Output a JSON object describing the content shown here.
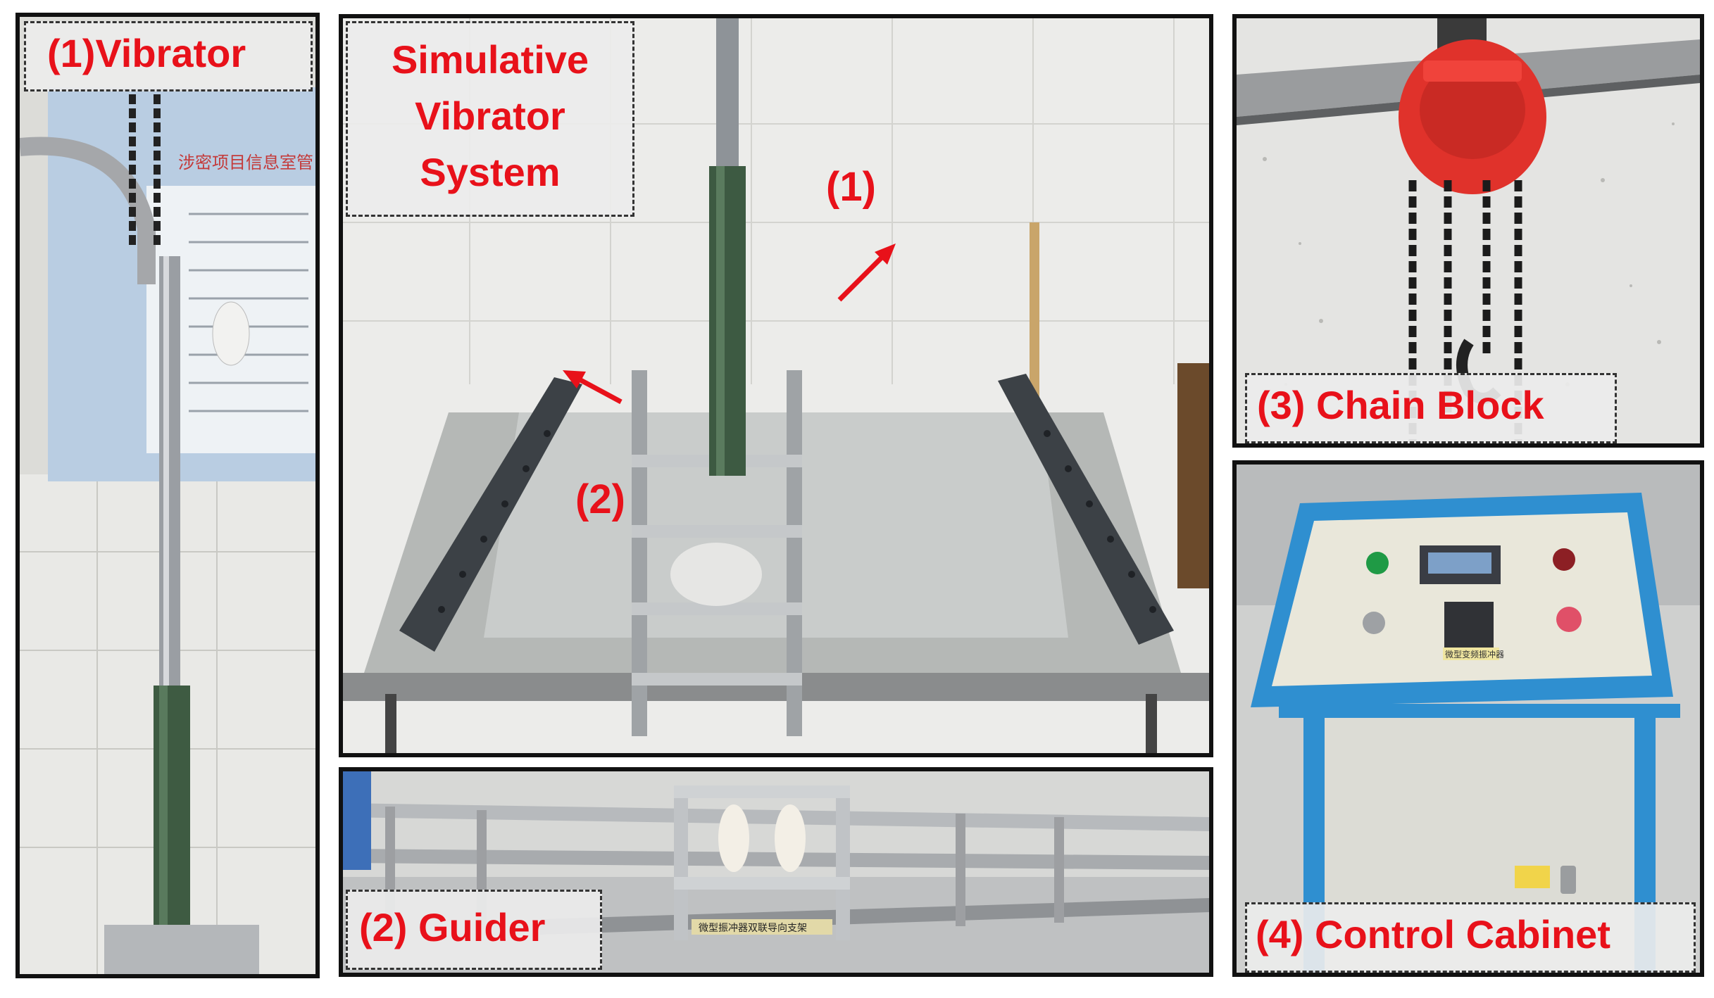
{
  "panels": {
    "vibrator": {
      "label": "(1)Vibrator"
    },
    "system": {
      "title_line1": "Simulative",
      "title_line2": "Vibrator",
      "title_line3": "System",
      "marker1": "(1)",
      "marker2": "(2)"
    },
    "chain_block": {
      "label": "(3) Chain Block"
    },
    "guider": {
      "label": "(2) Guider"
    },
    "control_cabinet": {
      "label": "(4) Control Cabinet"
    }
  },
  "photo_text": {
    "wall_sign": "涉密项目信息室管",
    "cabinet_plate": "微型变频振冲器",
    "rail_tag": "微型振冲器双联导向支架"
  },
  "colors": {
    "label_red": "#e8111a",
    "border": "#111111",
    "cabinet_blue": "#2f8fd0"
  }
}
